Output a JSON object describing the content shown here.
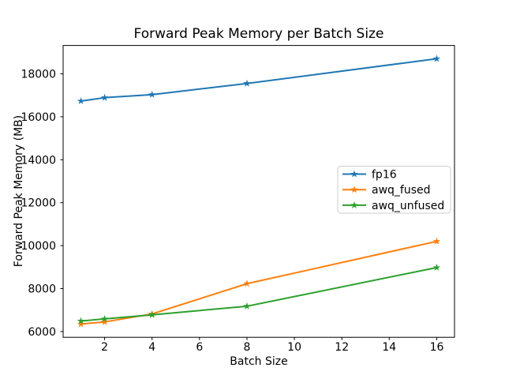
{
  "chart_data": {
    "type": "line",
    "title": "Forward Peak Memory per Batch Size",
    "xlabel": "Batch Size",
    "ylabel": "Forward Peak Memory (MB)",
    "x": [
      1,
      2,
      4,
      8,
      16
    ],
    "series": [
      {
        "name": "fp16",
        "color": "#1f77b4",
        "marker": "star",
        "values": [
          16730,
          16890,
          17030,
          17550,
          18700
        ]
      },
      {
        "name": "awq_fused",
        "color": "#ff7f0e",
        "marker": "star",
        "values": [
          6350,
          6450,
          6820,
          8230,
          10200
        ]
      },
      {
        "name": "awq_unfused",
        "color": "#2ca02c",
        "marker": "star",
        "values": [
          6490,
          6590,
          6780,
          7180,
          8980
        ]
      }
    ],
    "xlim": [
      0.25,
      16.75
    ],
    "ylim": [
      5733,
      19318
    ],
    "xticks": [
      2,
      4,
      6,
      8,
      10,
      12,
      14,
      16
    ],
    "yticks": [
      6000,
      8000,
      10000,
      12000,
      14000,
      16000,
      18000
    ],
    "grid": false,
    "legend_position": "center right",
    "colors": {
      "spine": "#000000",
      "tick_label": "#000000",
      "legend_border": "#cccccc",
      "legend_background": "#ffffff"
    }
  }
}
